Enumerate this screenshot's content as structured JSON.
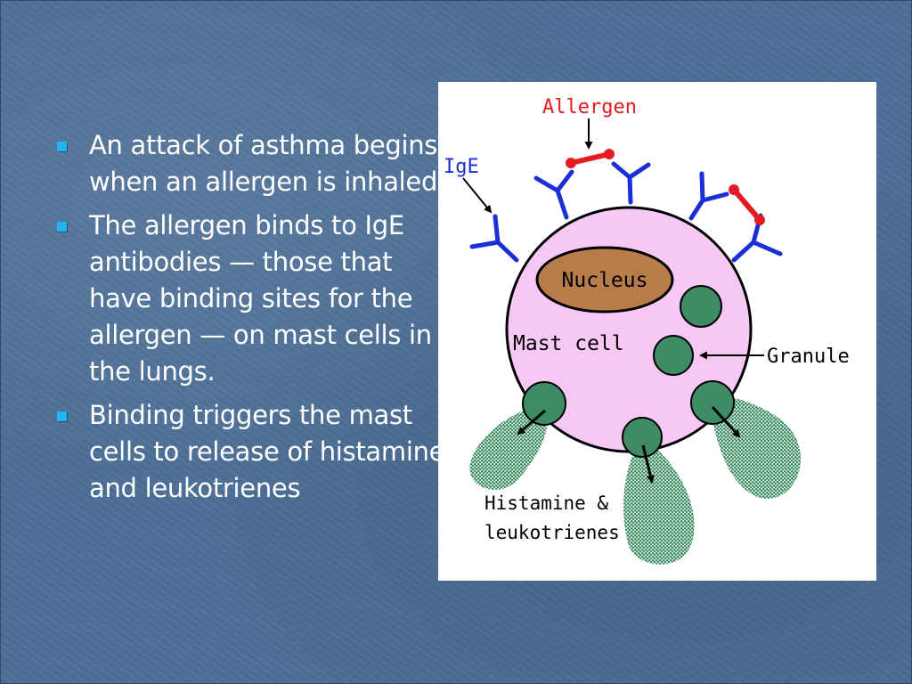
{
  "bullets": [
    "An attack of asthma begins when an allergen is inhaled.",
    "The allergen binds to IgE antibodies — those that have binding sites for the allergen — on mast cells in the lungs.",
    "Binding triggers the mast cells to release of histamine and leukotrienes"
  ],
  "diagram": {
    "labels": {
      "allergen": "Allergen",
      "ige": "IgE",
      "nucleus": "Nucleus",
      "mast_cell": "Mast cell",
      "granule": "Granule",
      "histamine_line1": "Histamine &",
      "histamine_line2": "leukotrienes"
    },
    "colors": {
      "slide_background": "#4d6f96",
      "bullet_marker": "#22b4f0",
      "bullet_text": "#ffffff",
      "allergen": "#e41b23",
      "ige": "#1a2fd6",
      "cell_fill": "#f8c8f5",
      "nucleus_fill": "#b77c4a",
      "granule_fill": "#3e8b65"
    }
  }
}
